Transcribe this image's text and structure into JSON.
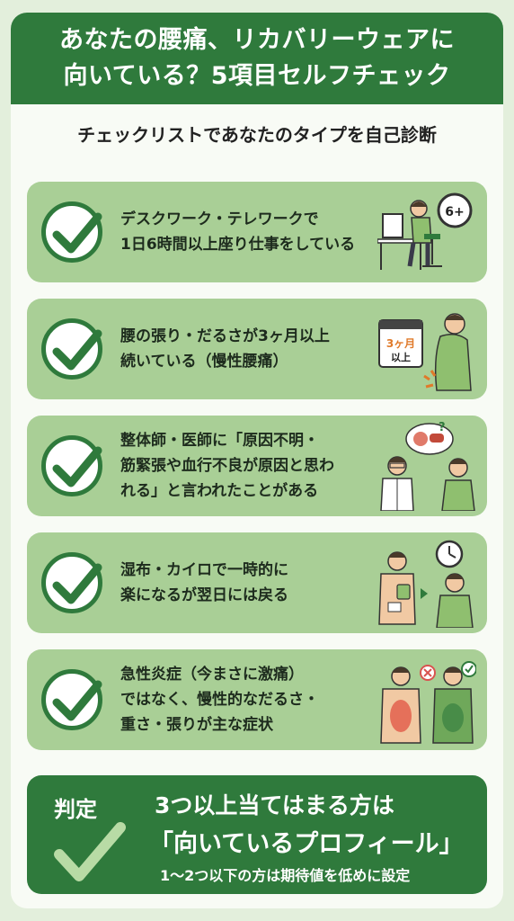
{
  "header": {
    "title_line1": "あなたの腰痛、リカバリーウェアに",
    "title_line2": "向いている？5項目セルフチェック"
  },
  "subtitle": "チェックリストであなたのタイプを自己診断",
  "items": [
    {
      "line1": "デスクワーク・テレワークで",
      "line2": "1日6時間以上座り仕事をしている",
      "line3": "",
      "badge": "6+",
      "icon": "desk-worker-clock-icon"
    },
    {
      "line1": "腰の張り・だるさが3ヶ月以上",
      "line2": "続いている（慢性腰痛）",
      "line3": "",
      "badge_line1": "3ヶ月",
      "badge_line2": "以上",
      "icon": "calendar-back-pain-icon"
    },
    {
      "line1": "整体師・医師に「原因不明・",
      "line2": "筋緊張や血行不良が原因と思わ",
      "line3": "れる」と言われたことがある",
      "badge": "?",
      "icon": "doctor-consultation-icon"
    },
    {
      "line1": "湿布・カイロで一時的に",
      "line2": "楽になるが翌日には戻る",
      "line3": "",
      "icon": "compress-clock-icon"
    },
    {
      "line1": "急性炎症（今まさに激痛）",
      "line2": "ではなく、慢性的なだるさ・",
      "line3": "重さ・張りが主な症状",
      "icon": "acute-vs-chronic-icon"
    }
  ],
  "verdict": {
    "label": "判定",
    "line1": "3つ以上当てはまる方は",
    "line2": "「向いているプロフィール」",
    "line3": "1〜2つ以下の方は期待値を低めに設定"
  },
  "colors": {
    "primary": "#2f7a3c",
    "item_bg": "#a9cf96",
    "page_bg": "#e3efdc",
    "accent_orange": "#e07a2a"
  }
}
